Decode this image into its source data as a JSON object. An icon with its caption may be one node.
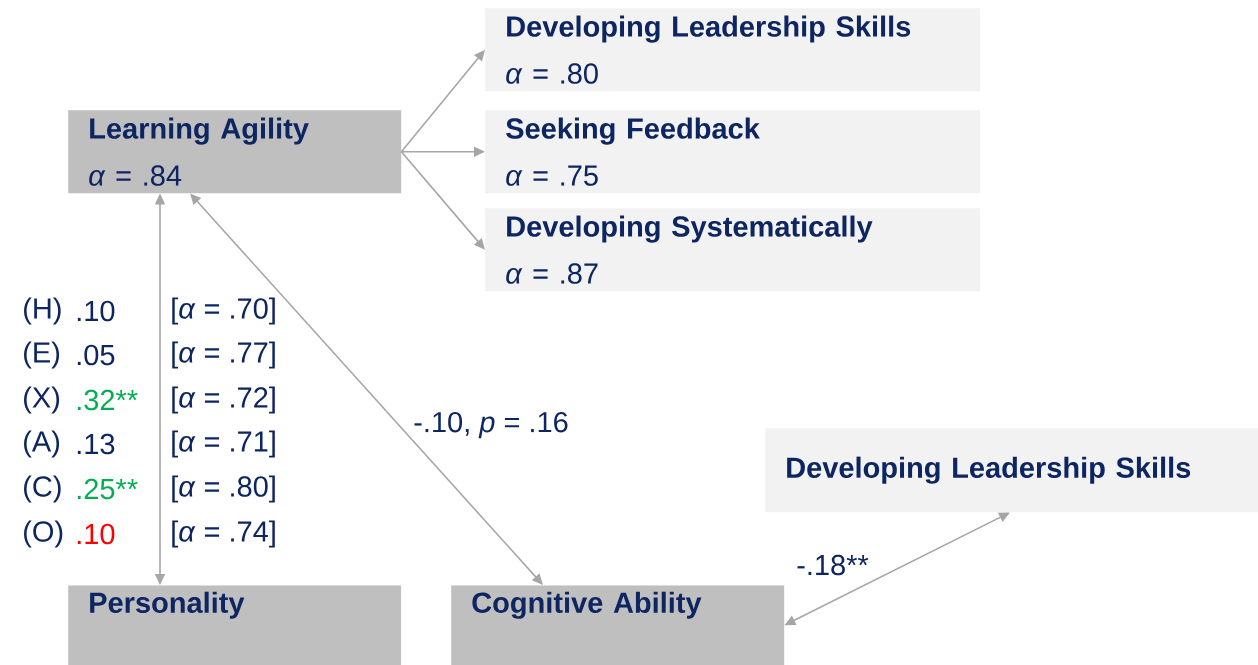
{
  "diagram": {
    "nodes": [
      {
        "text": [
          "Learning Agility",
          "*α* = .84"
        ]
      },
      {
        "text": [
          "Developing Leadership Skills",
          "*α* = .80"
        ]
      },
      {
        "text": [
          "Seeking Feedback",
          "*α* = .75"
        ]
      },
      {
        "text": [
          "Developing Systematically",
          "*α* = .87"
        ]
      },
      {
        "text": [
          "Personality"
        ]
      },
      {
        "text": [
          "Cognitive Ability"
        ]
      },
      {
        "text": [
          "Developing Leadership Skills"
        ]
      }
    ],
    "edges": [
      {
        "from": 0,
        "to": 1,
        "arrow": "to"
      },
      {
        "from": 0,
        "to": 2,
        "arrow": "to"
      },
      {
        "from": 0,
        "to": 3,
        "arrow": "to"
      },
      {
        "from": 0,
        "to": 4,
        "arrow": "both"
      },
      {
        "from": 0,
        "to": 5,
        "arrow": "both",
        "label": "-.10, *p* = .16"
      },
      {
        "from": 5,
        "to": 6,
        "arrow": "both",
        "label": "-.18**"
      }
    ],
    "labels": [
      "(H)",
      ".10",
      "[*α* = .70]",
      "(E)",
      ".05",
      "[*α* = .77]",
      "(X)",
      ".32**",
      "[*α* = .72]",
      "(A)",
      ".13",
      "[*α* = .71]",
      "(C)",
      ".25**",
      "[*α* = .80]",
      "(O)",
      ".10",
      "[*α* = .74]"
    ]
  }
}
